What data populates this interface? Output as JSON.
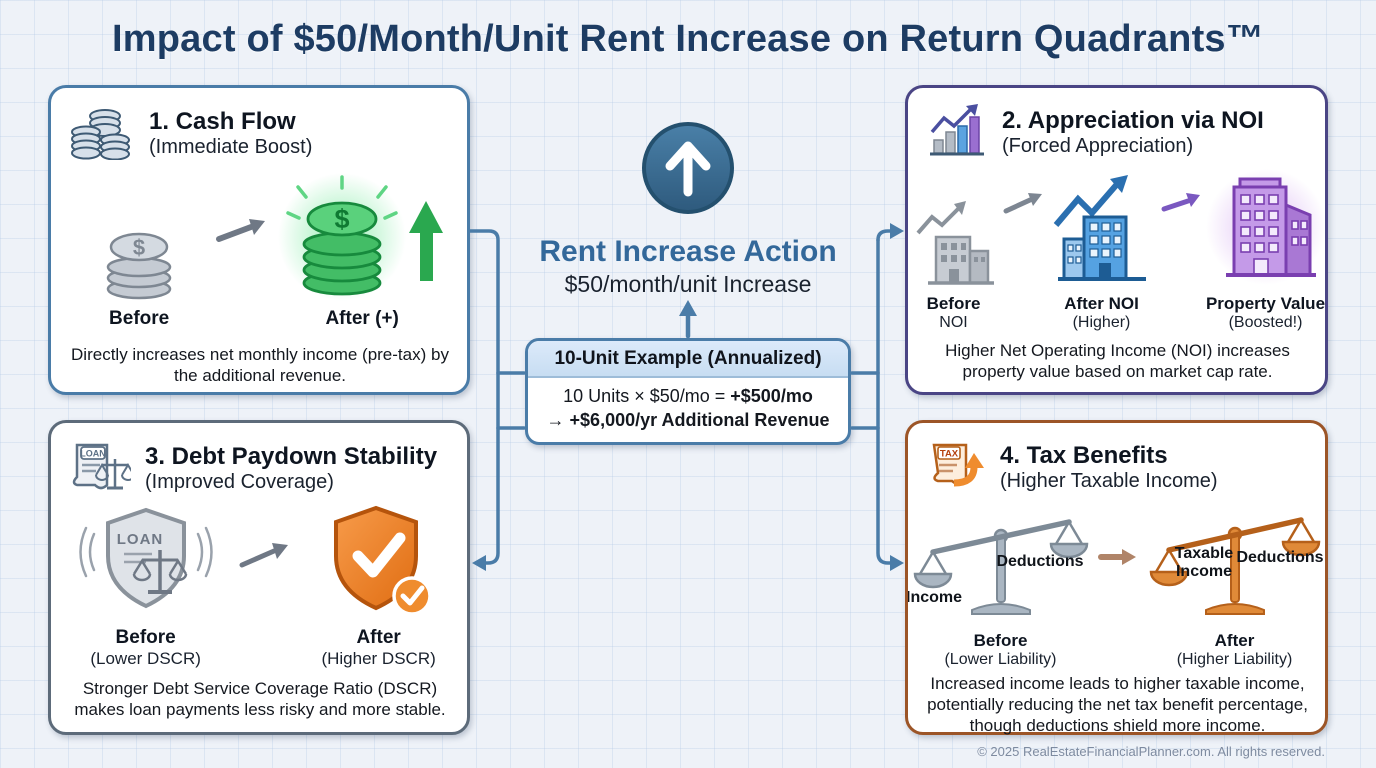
{
  "title": "Impact of $50/Month/Unit Rent Increase on Return Quadrants™",
  "center": {
    "action_title": "Rent Increase Action",
    "action_subtitle": "$50/month/unit Increase",
    "example_box": {
      "header": "10-Unit Example (Annualized)",
      "line1_normal": "10 Units × $50/mo = ",
      "line1_bold": "+$500/mo",
      "line2_bold": "→ +$6,000/yr Additional Revenue"
    }
  },
  "quadrants": {
    "cash_flow": {
      "title": "1. Cash Flow",
      "subtitle": "(Immediate Boost)",
      "before_label": "Before",
      "after_label": "After (+)",
      "description": "Directly increases net monthly income (pre-tax) by the additional revenue."
    },
    "appreciation": {
      "title": "2. Appreciation via NOI",
      "subtitle": "(Forced Appreciation)",
      "col1_label": "Before",
      "col1_sub": "NOI",
      "col2_label": "After NOI",
      "col2_sub": "(Higher)",
      "col3_label": "Property Value",
      "col3_sub": "(Boosted!)",
      "description": "Higher Net Operating Income (NOI) increases property value based on market cap rate."
    },
    "debt": {
      "title": "3. Debt Paydown Stability",
      "subtitle": "(Improved Coverage)",
      "shield_text": "LOAN",
      "before_label": "Before",
      "before_sub": "(Lower DSCR)",
      "after_label": "After",
      "after_sub": "(Higher DSCR)",
      "description": "Stronger Debt Service Coverage Ratio (DSCR) makes loan payments less risky and more stable."
    },
    "tax": {
      "title": "4. Tax Benefits",
      "subtitle": "(Higher Taxable Income)",
      "scale_before_left": "Income",
      "scale_before_right": "Deductions",
      "scale_after_left1": "Taxable",
      "scale_after_left2": "Income",
      "scale_after_right": "Deductions",
      "before_label": "Before",
      "before_sub": "(Lower Liability)",
      "after_label": "After",
      "after_sub": "(Higher Liability)",
      "description": "Increased income leads to higher taxable income, potentially reducing the net tax benefit percentage, though deductions shield more income."
    }
  },
  "labels_in_icons": {
    "loan_doc": "LOAN",
    "tax_doc": "TAX"
  },
  "icons": [
    "coin-stacks-icon",
    "bar-chart-growth-icon",
    "loan-scale-doc-icon",
    "tax-doc-arrow-icon",
    "up-arrow-circle-icon",
    "gray-coins-icon",
    "green-coins-glow-icon",
    "green-up-arrow-icon",
    "gray-building-icon",
    "blue-building-icon",
    "purple-building-glow-icon",
    "gray-shield-loan-icon",
    "orange-shield-check-icon",
    "balance-scale-gray-icon",
    "balance-scale-orange-icon",
    "right-arrow-icon"
  ],
  "colors": {
    "background": "#eef2f8",
    "title_navy": "#1d3c63",
    "connector_blue": "#4a7ca8",
    "q1_border": "#4a7ca8",
    "q2_border": "#4a4585",
    "q3_border": "#5d6b7a",
    "q4_border": "#9c5527",
    "action_circle": "#38678f",
    "green_positive": "#2aa84f",
    "orange_accent": "#ef8c2e",
    "purple_accent": "#9a6fd0",
    "blue_building": "#55a2e2"
  },
  "footer": "© 2025 RealEstateFinancialPlanner.com. All rights reserved."
}
